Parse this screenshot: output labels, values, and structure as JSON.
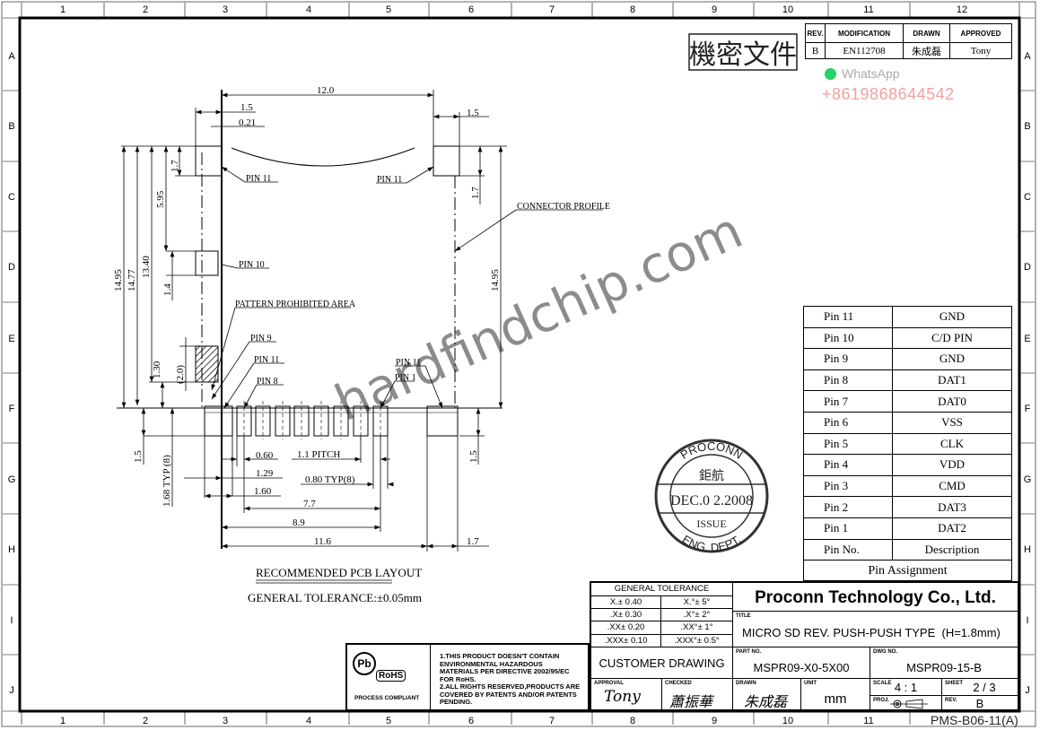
{
  "frame": {
    "columns": [
      "1",
      "2",
      "3",
      "4",
      "5",
      "6",
      "7",
      "8",
      "9",
      "10",
      "11",
      "12"
    ],
    "rows": [
      "A",
      "B",
      "C",
      "D",
      "E",
      "F",
      "G",
      "H",
      "I",
      "J"
    ],
    "form_code": "PMS-B06-11(A)"
  },
  "confidential_stamp": "機密文件",
  "revision_table": {
    "headers": [
      "REV.",
      "MODIFICATION",
      "DRAWN",
      "APPROVED"
    ],
    "row": [
      "B",
      "EN112708",
      "朱成磊",
      "Tony"
    ]
  },
  "overlay": {
    "whatsapp_label": "WhatsApp",
    "phone": "+8619868644542",
    "watermark": "hardfindchip.com",
    "whatsapp_color": "#25d366",
    "phone_color": "#f4a0a0"
  },
  "drawing": {
    "labels": {
      "pin11_tl": "PIN 11",
      "pin11_tr": "PIN 11",
      "connector_profile": "CONNECTOR PROFILE",
      "pin10": "PIN 10",
      "pattern_prohibited": "PATTERN PROHIBITED AREA",
      "pin9": "PIN 9",
      "pin11_bl": "PIN 11",
      "pin8": "PIN 8",
      "pin11_br": "PIN 11",
      "pin1": "PIN 1"
    },
    "dims": {
      "w12_0": "12.0",
      "l1_5": "1.5",
      "d0_21": "0.21",
      "r1_5": "1.5",
      "h14_95_l": "14.95",
      "h14_77": "14.77",
      "h13_40": "13.40",
      "h5_95": "5.95",
      "h1_7_l": "1.7",
      "h1_4": "1.4",
      "h1_30": "1.30",
      "h2_0": "(2.0)",
      "h1_7_r": "1.7",
      "h14_95_r": "14.95",
      "b1_5_l": "1.5",
      "b1_68": "1.68 TYP (8)",
      "b0_60": "0.60",
      "pitch": "1.1 PITCH",
      "b1_29": "1.29",
      "b0_80": "0.80 TYP(8)",
      "b1_60": "1.60",
      "b7_7": "7.7",
      "b8_9": "8.9",
      "b11_6": "11.6",
      "b1_7": "1.7",
      "b1_5_r": "1.5"
    },
    "caption": "RECOMMENDED PCB LAYOUT",
    "tolerance_note": "GENERAL TOLERANCE:±0.05mm"
  },
  "issue_stamp": {
    "top": "PROCONN",
    "chinese": "鉅航",
    "date": "DEC.0 2.2008",
    "issue": "ISSUE",
    "bottom": "ENG. DEPT."
  },
  "pin_table": {
    "rows": [
      {
        "pin": "Pin 11",
        "desc": "GND"
      },
      {
        "pin": "Pin 10",
        "desc": "C/D PIN"
      },
      {
        "pin": "Pin 9",
        "desc": "GND"
      },
      {
        "pin": "Pin 8",
        "desc": "DAT1"
      },
      {
        "pin": "Pin 7",
        "desc": "DAT0"
      },
      {
        "pin": "Pin 6",
        "desc": "VSS"
      },
      {
        "pin": "Pin 5",
        "desc": "CLK"
      },
      {
        "pin": "Pin 4",
        "desc": "VDD"
      },
      {
        "pin": "Pin 3",
        "desc": "CMD"
      },
      {
        "pin": "Pin 2",
        "desc": "DAT3"
      },
      {
        "pin": "Pin 1",
        "desc": "DAT2"
      }
    ],
    "header": {
      "pin": "Pin No.",
      "desc": "Description"
    },
    "caption": "Pin Assignment"
  },
  "rohs": {
    "pb": "Pb",
    "logo": "RoHS",
    "compliant": "PROCESS COMPLIANT",
    "note1": "1.THIS PRODUCT DOESN'T CONTAIN ENVIRONMENTAL HAZARDOUS MATERIALS PER DIRECTIVE 2002/95/EC FOR RoHS.",
    "note2": "2.ALL RIGHTS RESERVED,PRODUCTS ARE COVERED BY PATENTS AND/OR PATENTS PENDING."
  },
  "title_block": {
    "tolerance_header": "GENERAL TOLERANCE",
    "tolerances": [
      [
        "X.± 0.40",
        "X.°± 5°"
      ],
      [
        ".X± 0.30",
        ".X°± 2°"
      ],
      [
        ".XX± 0.20",
        ".XX°± 1°"
      ],
      [
        ".XXX± 0.10",
        ".XXX°± 0.5°"
      ]
    ],
    "company": "Proconn Technology Co., Ltd.",
    "title_label": "TITLE",
    "title": "MICRO SD REV. PUSH-PUSH TYPE  (H=1.8mm)",
    "customer_drawing": "CUSTOMER DRAWING",
    "part_no_label": "PART NO.",
    "part_no": "MSPR09-X0-5X00",
    "dwg_no_label": "DWG NO.",
    "dwg_no": "MSPR09-15-B",
    "approval_label": "APPROVAL",
    "approval_sig": "Tony",
    "checked_label": "CHECKED",
    "checked_sig": "蕭振華",
    "drawn_label": "DRAWN",
    "drawn_sig": "朱成磊",
    "unit_label": "UNIT",
    "unit": "mm",
    "scale_label": "SCALE",
    "scale": "4 : 1",
    "sheet_label": "SHEET",
    "sheet": "2 / 3",
    "proj_label": "PROJ.",
    "rev_label": "REV.",
    "rev": "B"
  }
}
